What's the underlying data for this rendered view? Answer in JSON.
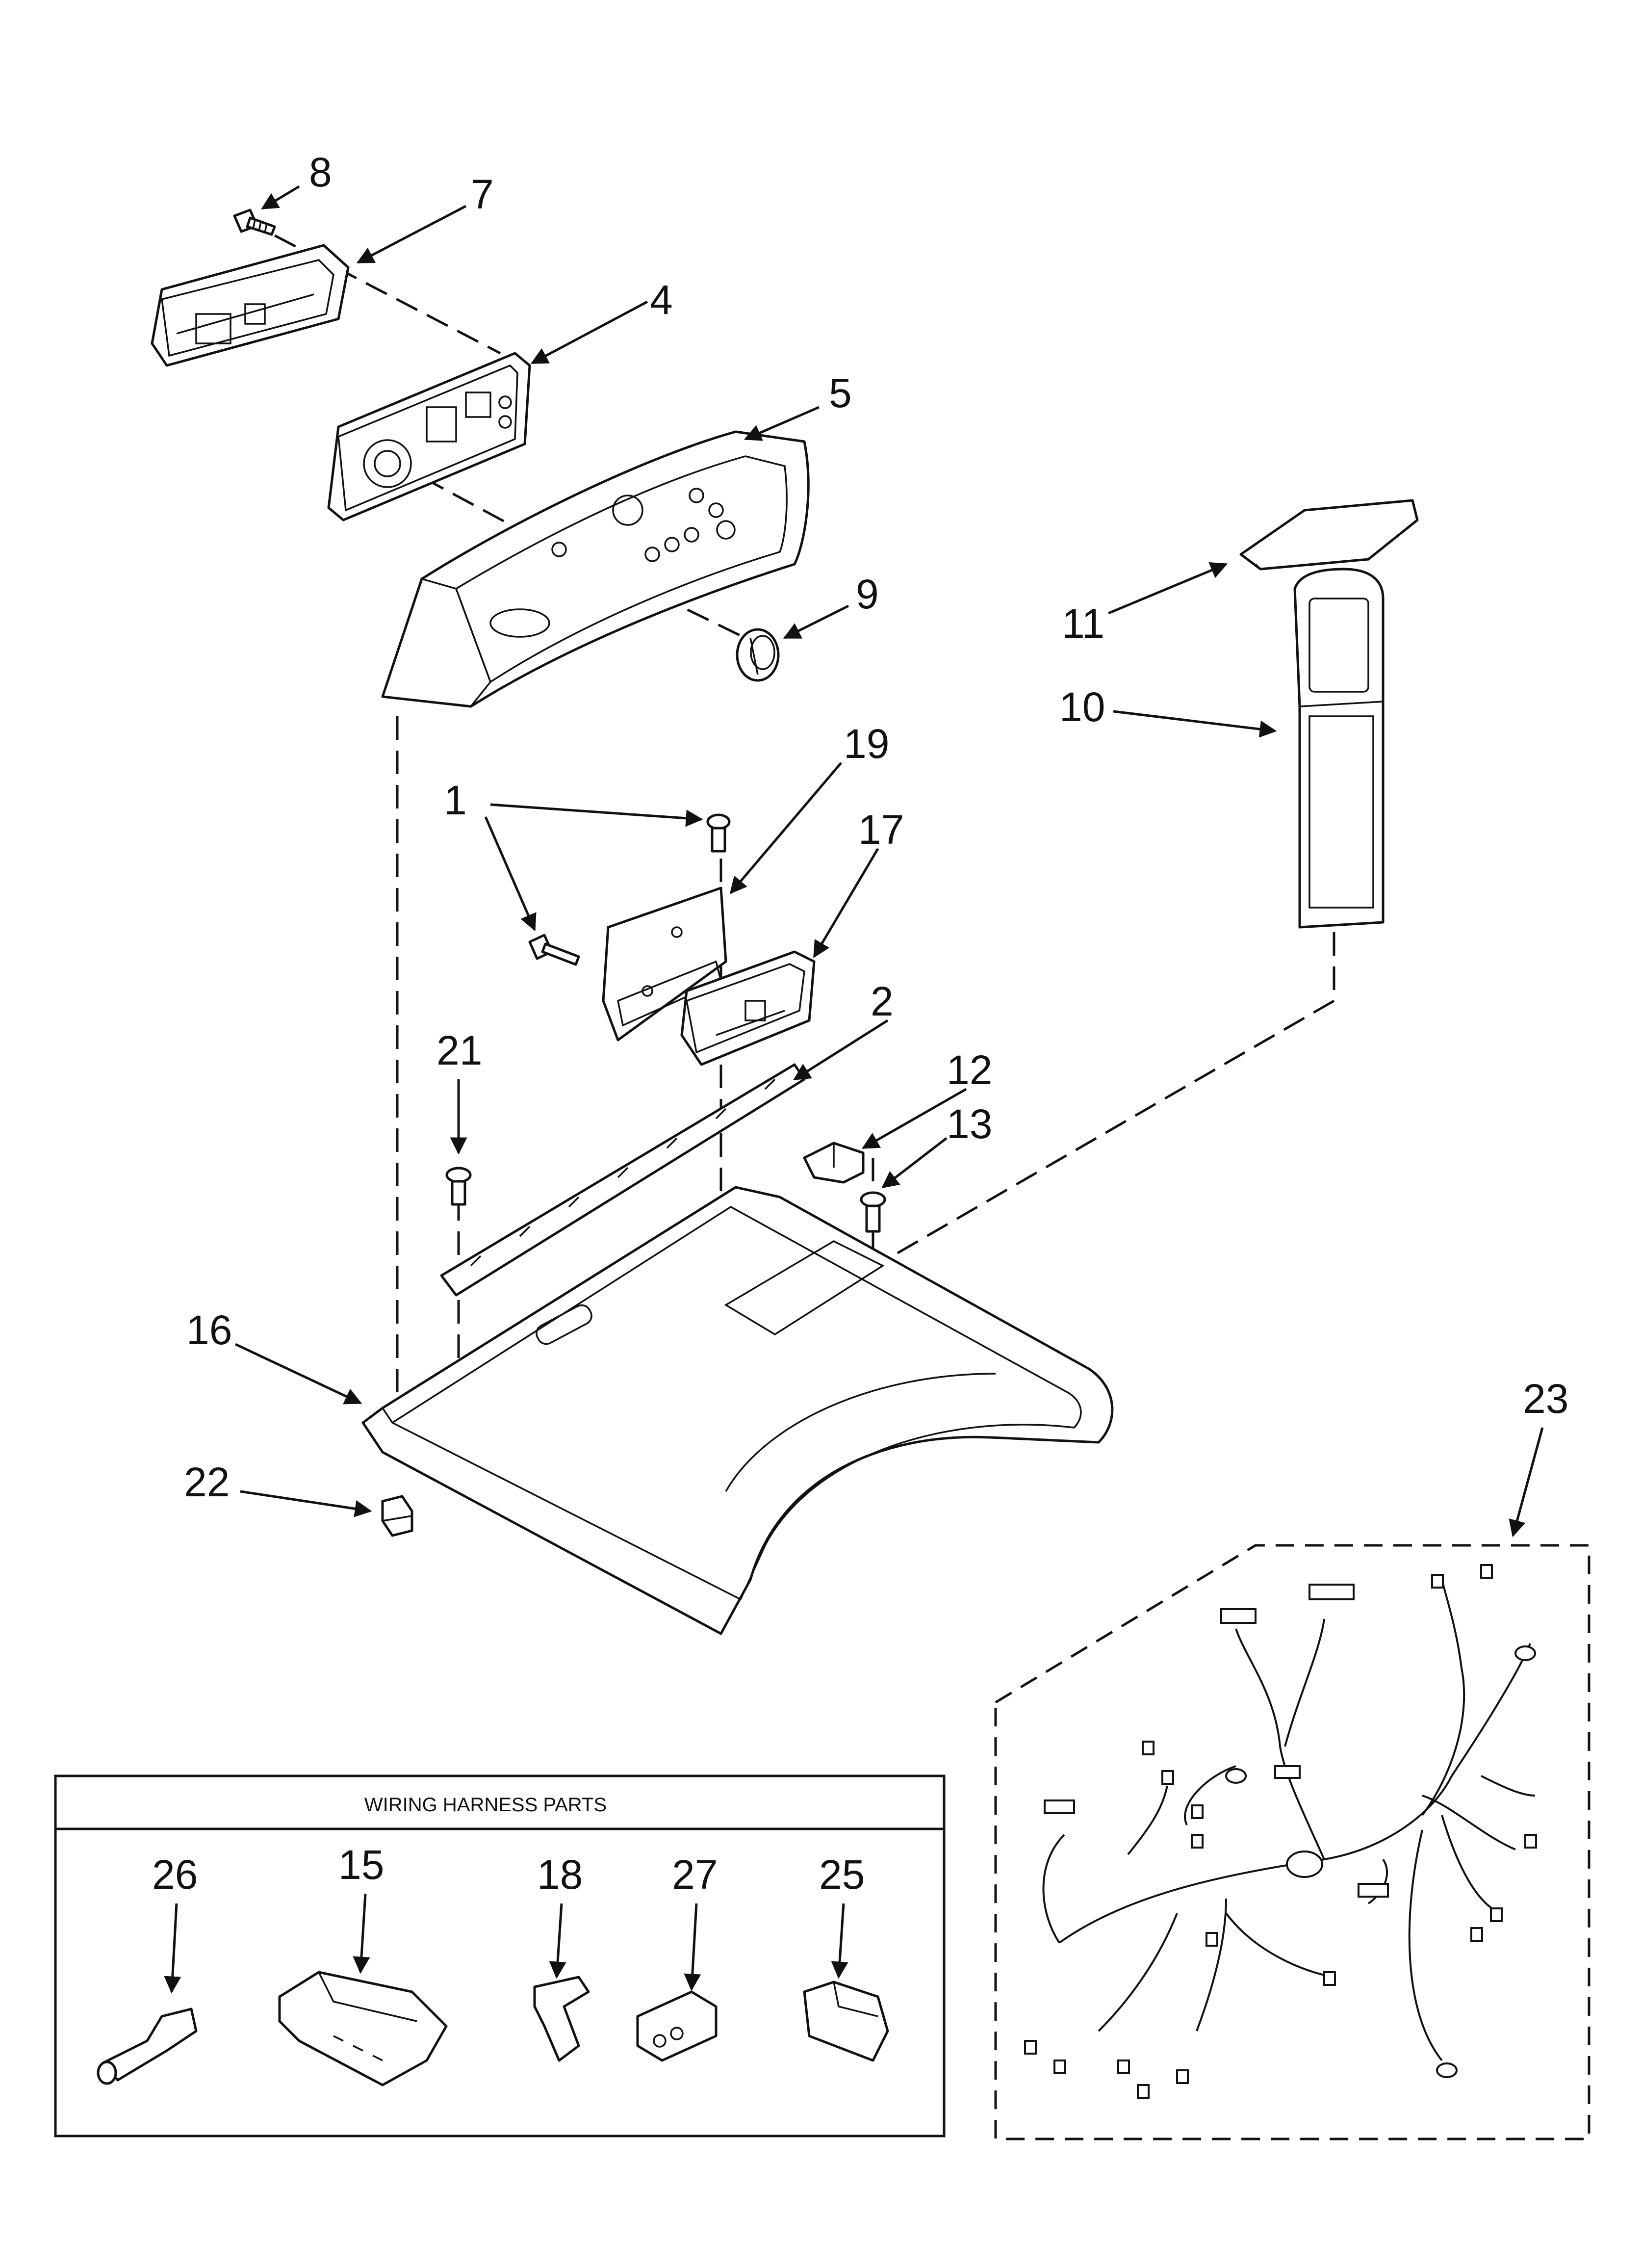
{
  "callouts": {
    "c1": "1",
    "c2": "2",
    "c4": "4",
    "c5": "5",
    "c7": "7",
    "c8": "8",
    "c9": "9",
    "c10": "10",
    "c11": "11",
    "c12": "12",
    "c13": "13",
    "c15": "15",
    "c16": "16",
    "c17": "17",
    "c18": "18",
    "c19": "19",
    "c21": "21",
    "c22": "22",
    "c23": "23",
    "c25": "25",
    "c26": "26",
    "c27": "27"
  },
  "wiring_box": {
    "title": "WIRING HARNESS PARTS"
  }
}
